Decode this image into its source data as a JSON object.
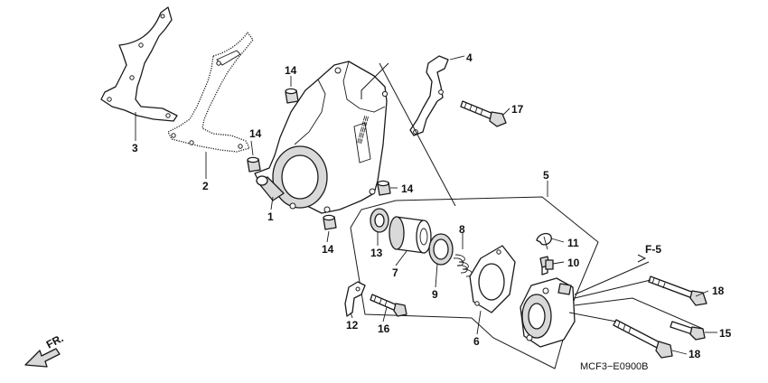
{
  "callouts": {
    "c1": "1",
    "c2": "2",
    "c3": "3",
    "c4": "4",
    "c5": "5",
    "c6": "6",
    "c7": "7",
    "c8": "8",
    "c9": "9",
    "c10": "10",
    "c11": "11",
    "c12": "12",
    "c13": "13",
    "c14a": "14",
    "c14b": "14",
    "c14c": "14",
    "c14d": "14",
    "c15": "15",
    "c16": "16",
    "c17": "17",
    "c18a": "18",
    "c18b": "18"
  },
  "reference": "F-5",
  "direction": "FR.",
  "diagram_code": "MCF3−E0900B"
}
